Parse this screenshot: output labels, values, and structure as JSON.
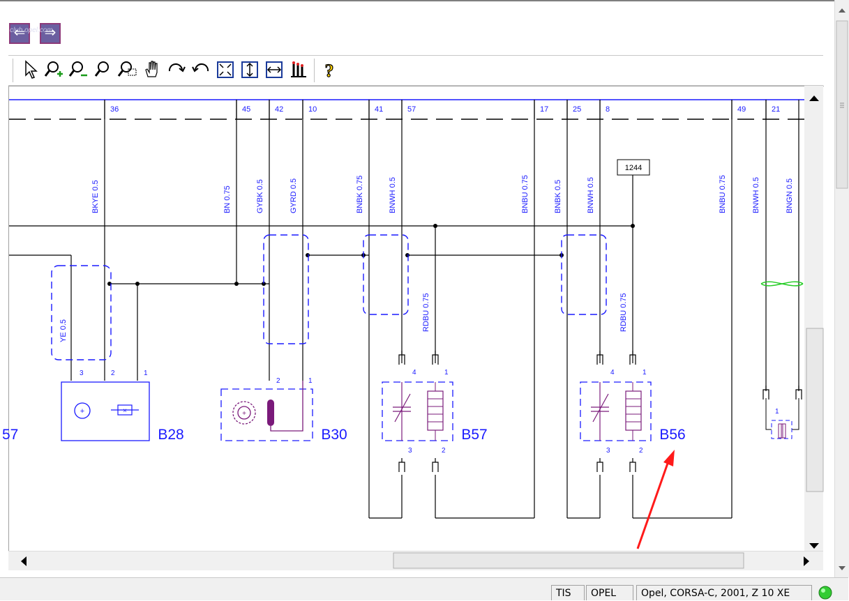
{
  "window": {
    "watermark": "club opel.com"
  },
  "nav": {
    "back_glyph": "⇐",
    "forward_glyph": "⇒"
  },
  "toolbar": {
    "icons": [
      "select-arrow-icon",
      "zoom-in-icon",
      "zoom-out-icon",
      "zoom-icon",
      "zoom-window-icon",
      "pan-hand-icon",
      "rotate-right-icon",
      "rotate-left-icon",
      "fit-page-icon",
      "fit-height-icon",
      "fit-width-icon",
      "overview-icon",
      "help-icon"
    ],
    "help_glyph": "?"
  },
  "diagram": {
    "colors": {
      "wire": "#000000",
      "label": "#1a1aff",
      "component": "#7a1a7a",
      "shield": "#1a1aff",
      "twisted": "#22cc22",
      "arrow": "#ff1a1a"
    },
    "pin_numbers": [
      "36",
      "45",
      "42",
      "10",
      "41",
      "57",
      "17",
      "25",
      "8",
      "49",
      "21"
    ],
    "wire_labels": [
      "BKYE 0.5",
      "BN 0.75",
      "GYBK 0.5",
      "GYRD 0.5",
      "BNBK 0.75",
      "BNWH 0.5",
      "BNBU 0.75",
      "BNBK 0.5",
      "BNWH 0.5",
      "BNBU 0.75",
      "BNWH 0.5",
      "BNGN 0.5",
      "YE 0.5",
      "RDBU 0.75",
      "RDBU 0.75"
    ],
    "connector_box": "1244",
    "components": [
      "B28",
      "B30",
      "B57",
      "B56"
    ],
    "partial_component": "57",
    "terminal_numbers": {
      "b28": [
        "3",
        "2",
        "1"
      ],
      "b30": [
        "2",
        "1"
      ],
      "b57": [
        "4",
        "1",
        "3",
        "2"
      ],
      "b56": [
        "4",
        "1",
        "3",
        "2"
      ],
      "right": "1"
    }
  },
  "statusbar": {
    "app": "TIS",
    "brand": "OPEL",
    "vehicle": "Opel, CORSA-C, 2001, Z 10 XE"
  }
}
